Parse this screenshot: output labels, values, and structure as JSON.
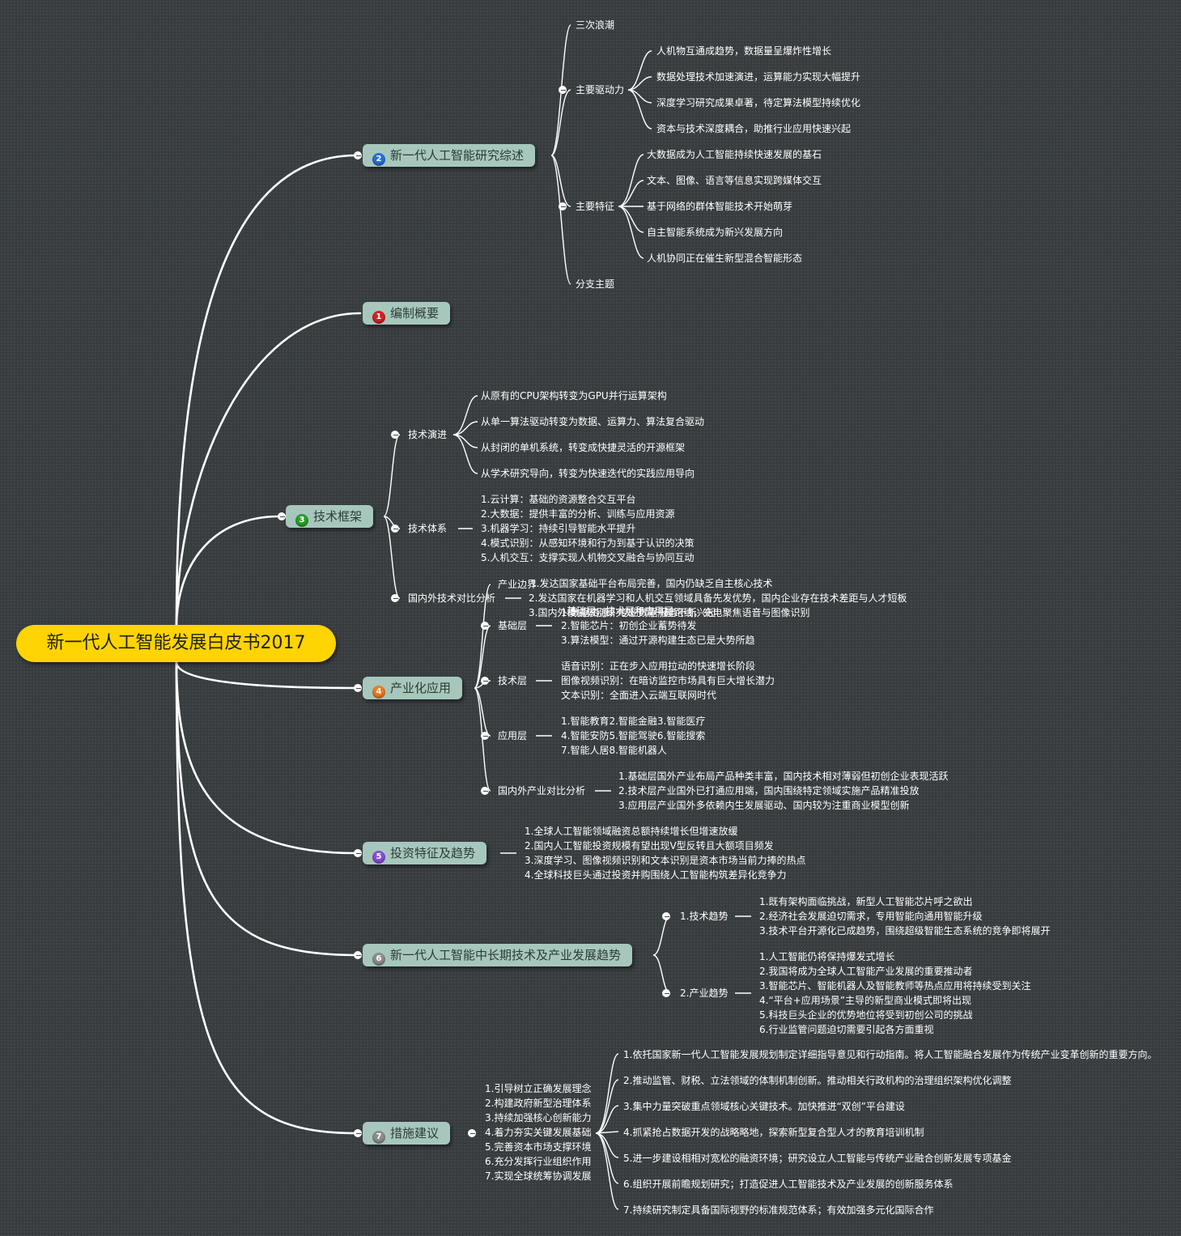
{
  "root": {
    "label": "新一代人工智能发展白皮书2017"
  },
  "colors": {
    "background": "#373c3f",
    "root": "#ffd400",
    "branch": "#a7c7bd",
    "line": "#ffffff"
  },
  "branches": [
    {
      "number": "2",
      "badge_color": "#2a6fd6",
      "label": "新一代人工智能研究综述",
      "children": [
        {
          "label": "三次浪潮"
        },
        {
          "label": "主要驱动力",
          "items": [
            "人机物互通成趋势，数据量呈爆炸性增长",
            "数据处理技术加速演进，运算能力实现大幅提升",
            "深度学习研究成果卓著，待定算法模型持续优化",
            "资本与技术深度耦合，助推行业应用快速兴起"
          ]
        },
        {
          "label": "主要特征",
          "items": [
            "大数据成为人工智能持续快速发展的基石",
            "文本、图像、语言等信息实现跨媒体交互",
            "基于网络的群体智能技术开始萌芽",
            "自主智能系统成为新兴发展方向",
            "人机协同正在催生新型混合智能形态"
          ]
        },
        {
          "label": "分支主题"
        }
      ]
    },
    {
      "number": "1",
      "badge_color": "#d42323",
      "label": "编制概要"
    },
    {
      "number": "3",
      "badge_color": "#2aa22a",
      "label": "技术框架",
      "children": [
        {
          "label": "技术演进",
          "items": [
            "从原有的CPU架构转变为GPU并行运算架构",
            "从单一算法驱动转变为数据、运算力、算法复合驱动",
            "从封闭的单机系统，转变成快捷灵活的开源框架",
            "从学术研究导向，转变为快速迭代的实践应用导向"
          ]
        },
        {
          "label": "技术体系",
          "items": [
            "1.云计算：基础的资源整合交互平台",
            "2.大数据：提供丰富的分析、训练与应用资源",
            "3.机器学习：持续引导智能水平提升",
            "4.模式识别：从感知环境和行为到基于认识的决策",
            "5.人机交互：支撑实现人机物交叉融合与协同互动"
          ]
        },
        {
          "label": "国内外技术对比分析",
          "items": [
            "1.发达国家基础平台布局完善，国内仍缺乏自主核心技术",
            "2.发达国家在机器学习和人机交互领域具备先发优势，国内企业存在技术差距与人才短板",
            "3.国内外模式识别研究处于同一起跑线，充电聚焦语音与图像识别"
          ]
        }
      ]
    },
    {
      "number": "4",
      "badge_color": "#ee7d22",
      "label": "产业化应用",
      "children": [
        {
          "label": "产业边界",
          "items": [
            "基础层、技术层和应用层"
          ]
        },
        {
          "label": "基础层",
          "items": [
            "1.数据资源：专业数据服务不断兴起",
            "2.智能芯片：初创企业蓄势待发",
            "3.算法模型：通过开源构建生态已是大势所趋"
          ]
        },
        {
          "label": "技术层",
          "items": [
            "语音识别：正在步入应用拉动的快速增长阶段",
            "图像视频识别：在暗访监控市场具有巨大增长潜力",
            "文本识别：全面进入云端互联网时代"
          ]
        },
        {
          "label": "应用层",
          "items": [
            "1.智能教育2.智能金融3.智能医疗",
            "4.智能安防5.智能驾驶6.智能搜索",
            "7.智能人居8.智能机器人"
          ]
        },
        {
          "label": "国内外产业对比分析",
          "items": [
            "1.基础层国外产业布局产品种类丰富，国内技术相对薄弱但初创企业表现活跃",
            "2.技术层产业国外已打通应用端，国内围绕特定领域实施产品精准投放",
            "3.应用层产业国外多依赖内生发展驱动、国内较为注重商业模型创新"
          ]
        }
      ]
    },
    {
      "number": "5",
      "badge_color": "#8a4fd8",
      "label": "投资特征及趋势",
      "items": [
        "1.全球人工智能领域融资总额持续增长但增速放缓",
        "2.国内人工智能投资规模有望出现V型反转且大额项目频发",
        "3.深度学习、图像视频识别和文本识别是资本市场当前力捧的热点",
        "4.全球科技巨头通过投资并购围绕人工智能构筑差异化竞争力"
      ]
    },
    {
      "number": "6",
      "badge_color": "#8e8e8e",
      "label": "新一代人工智能中长期技术及产业发展趋势",
      "children": [
        {
          "label": "1.技术趋势",
          "items": [
            "1.既有架构面临挑战，新型人工智能芯片呼之欲出",
            "2.经济社会发展迫切需求，专用智能向通用智能升级",
            "3.技术平台开源化已成趋势，围绕超级智能生态系统的竞争即将展开"
          ]
        },
        {
          "label": "2.产业趋势",
          "items": [
            "1.人工智能仍将保持爆发式增长",
            "2.我国将成为全球人工智能产业发展的重要推动者",
            "3.智能芯片、智能机器人及智能教师等热点应用将持续受到关注",
            "4.“平台+应用场景”主导的新型商业模式即将出现",
            "5.科技巨头企业的优势地位将受到初创公司的挑战",
            "6.行业监管问题迫切需要引起各方面重视"
          ]
        }
      ]
    },
    {
      "number": "7",
      "badge_color": "#8e8e8e",
      "label": "措施建议",
      "block": [
        "1.引导树立正确发展理念",
        "2.构建政府新型治理体系",
        "3.持续加强核心创新能力",
        "4.着力夯实关键发展基础",
        "5.完善资本市场支撑环境",
        "6.充分发挥行业组织作用",
        "7.实现全球统筹协调发展"
      ],
      "items": [
        "1.依托国家新一代人工智能发展规划制定详细指导意见和行动指南。将人工智能融合发展作为传统产业变革创新的重要方向。",
        "2.推动监管、财税、立法领域的体制机制创新。推动相关行政机构的治理组织架构优化调整",
        "3.集中力量突破重点领域核心关键技术。加快推进“双创”平台建设",
        "4.抓紧抢占数据开发的战略略地，探索新型复合型人才的教育培训机制",
        "5.进一步建设相相对宽松的融资环境；研究设立人工智能与传统产业融合创新发展专项基金",
        "6.组织开展前瞻规划研究；打造促进人工智能技术及产业发展的创新服务体系",
        "7.持续研究制定具备国际视野的标准规范体系；有效加强多元化国际合作"
      ]
    }
  ]
}
